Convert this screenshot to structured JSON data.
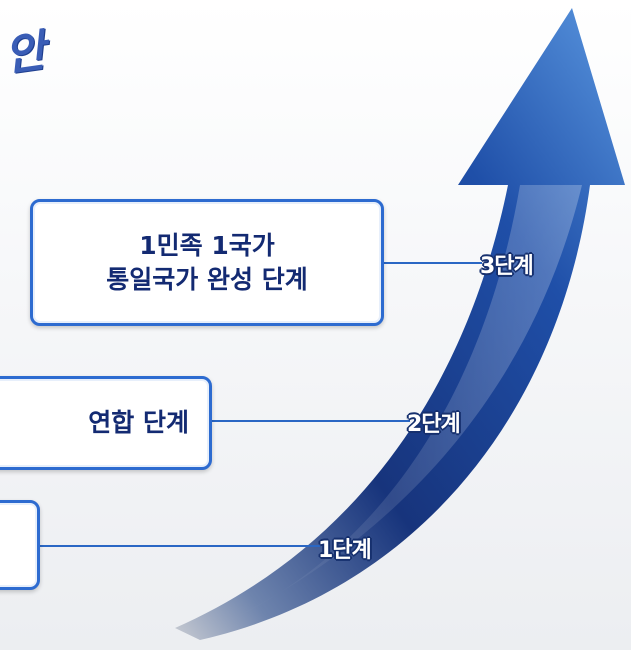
{
  "title_fragment": "안",
  "stages": [
    {
      "label": "3단계",
      "box_lines": [
        "1민족 1국가",
        "통일국가 완성 단계"
      ]
    },
    {
      "label": "2단계",
      "box_lines": [
        "연합 단계"
      ]
    },
    {
      "label": "1단계",
      "box_lines": [
        ""
      ]
    }
  ],
  "colors": {
    "arrow_dark": "#0e2a66",
    "arrow_light": "#4a88d8",
    "box_border": "#2d6bd0",
    "box_text": "#132a72"
  }
}
